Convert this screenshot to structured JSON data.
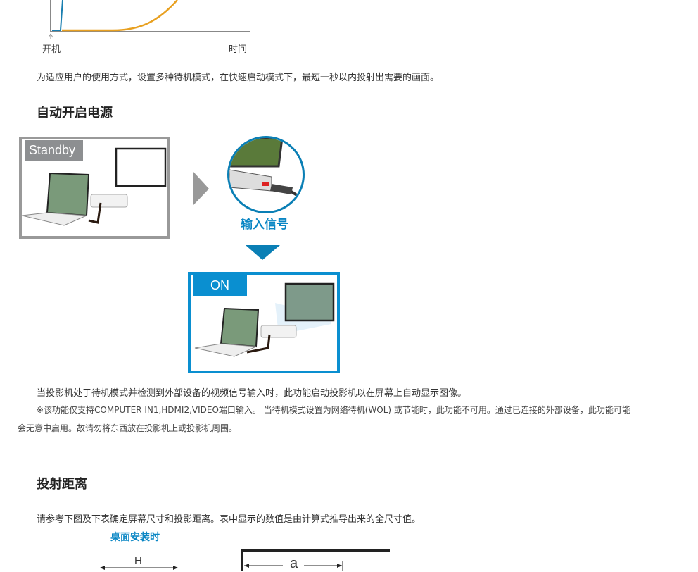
{
  "chart": {
    "x_start_label": "开机",
    "x_end_label": "时间",
    "colors": {
      "quick": "#1a7fb0",
      "normal": "#e8a020",
      "axis": "#888888"
    }
  },
  "intro_text": "为适应用户的使用方式，设置多种待机模式，在快速启动模式下，最短一秒以内投射出需要的画面。",
  "auto_power": {
    "heading": "自动开启电源",
    "standby_label": "Standby",
    "signal_label": "输入信号",
    "on_label": "ON",
    "description": "当投影机处于待机模式并检测到外部设备的视频信号输入时，此功能启动投影机以在屏幕上自动显示图像。",
    "note_line1": "※该功能仅支持COMPUTER IN1,HDMI2,VIDEO端口输入。 当待机模式设置为网络待机(WOL) 或节能时，此功能不可用。通过已连接的外部设备，此功能可能",
    "note_line2": "会无意中启用。故请勿将东西放在投影机上或投影机周围。"
  },
  "projection": {
    "heading": "投射距离",
    "description": "请参考下图及下表确定屏幕尺寸和投影距离。表中显示的数值是由计算式推导出来的全尺寸值。",
    "desk_label": "桌面安装时",
    "h_label": "H",
    "a_label": "a"
  },
  "colors": {
    "blue": "#0a86c4",
    "gray": "#8d8f91"
  }
}
